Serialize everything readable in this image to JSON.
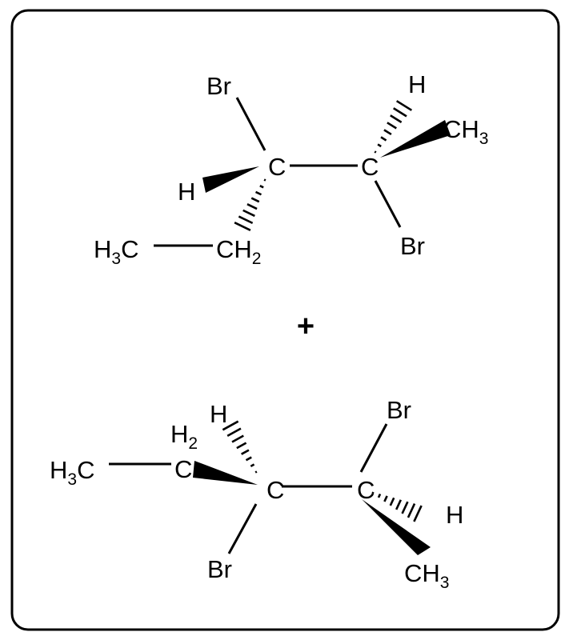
{
  "molecule_top": {
    "c1": "C",
    "c2": "C",
    "br_top": "Br",
    "h_left": "H",
    "ch2_main": "CH",
    "ch2_sub": "2",
    "h3c_h": "H",
    "h3c_sub": "3",
    "h3c_c": "C",
    "h_top": "H",
    "ch3_main": "CH",
    "ch3_sub": "3",
    "br_bottom": "Br"
  },
  "operator": "+",
  "molecule_bottom": {
    "c3": "C",
    "c4": "C",
    "h3c_h": "H",
    "h3c_sub": "3",
    "h3c_c": "C",
    "ch2_c": "C",
    "ch2_h": "H",
    "ch2_sub": "2",
    "h_top": "H",
    "br_bottom": "Br",
    "br_top": "Br",
    "h_right": "H",
    "ch3_main": "CH",
    "ch3_sub": "3"
  },
  "colors": {
    "ink": "#000000",
    "background": "#ffffff"
  }
}
